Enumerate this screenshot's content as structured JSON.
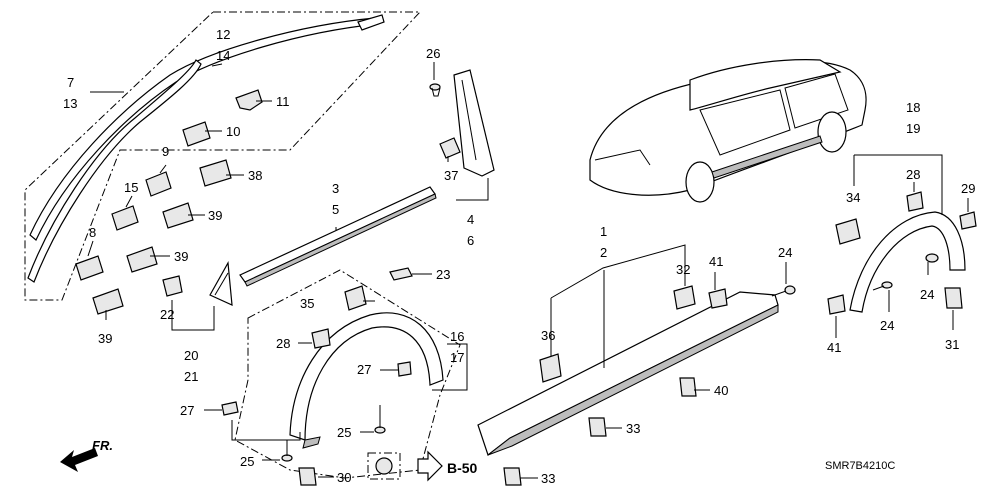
{
  "diagram_code": "SMR7B4210C",
  "ref_label": "B-50",
  "front_label": "FR.",
  "callouts": {
    "c7": "7",
    "c13": "13",
    "c12": "12",
    "c14": "14",
    "c11": "11",
    "c10": "10",
    "c9": "9",
    "c15": "15",
    "c38": "38",
    "c8": "8",
    "c39a": "39",
    "c39b": "39",
    "c39c": "39",
    "c26": "26",
    "c37": "37",
    "c4": "4",
    "c6": "6",
    "c3": "3",
    "c5": "5",
    "c22": "22",
    "c20": "20",
    "c21": "21",
    "c23": "23",
    "c35": "35",
    "c28a": "28",
    "c16": "16",
    "c17": "17",
    "c27a": "27",
    "c27b": "27",
    "c25a": "25",
    "c25b": "25",
    "c30": "30",
    "c1": "1",
    "c2": "2",
    "c32": "32",
    "c41a": "41",
    "c24a": "24",
    "c36": "36",
    "c40": "40",
    "c33a": "33",
    "c33b": "33",
    "c18": "18",
    "c19": "19",
    "c34": "34",
    "c28b": "28",
    "c29": "29",
    "c24b": "24",
    "c24c": "24",
    "c41b": "41",
    "c31": "31"
  }
}
